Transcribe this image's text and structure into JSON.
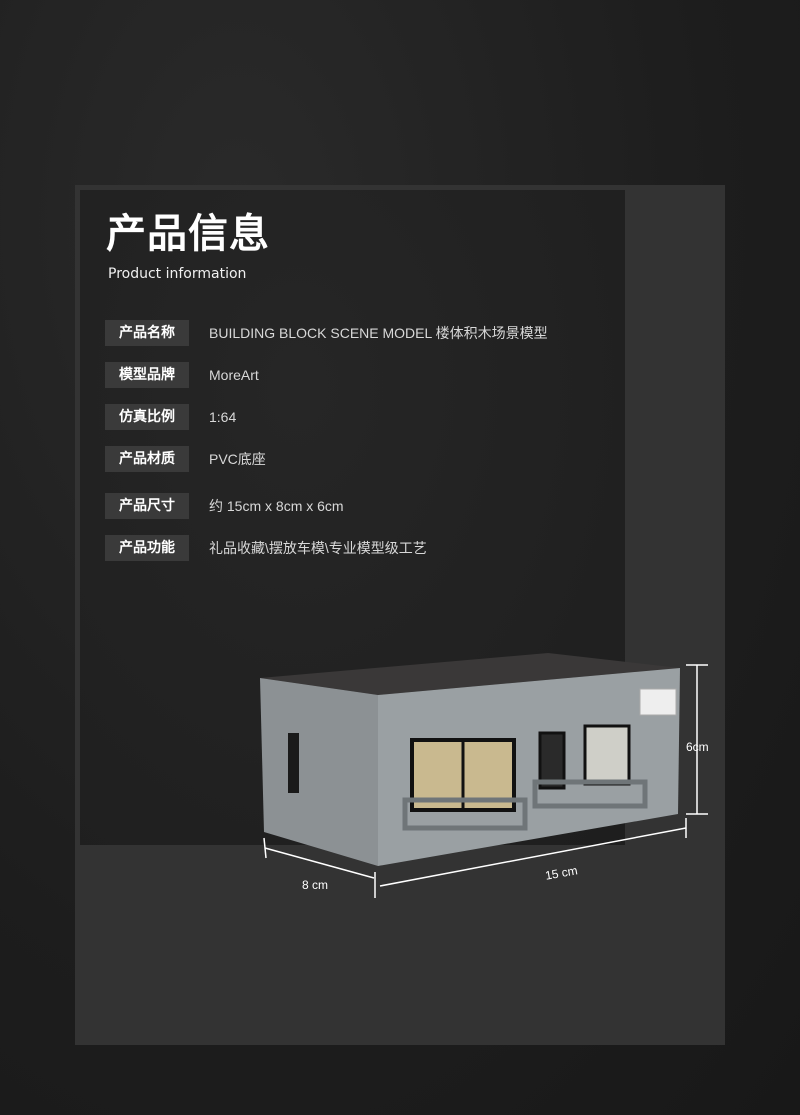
{
  "header": {
    "title": "产品信息",
    "subtitle": "Product information"
  },
  "specs": [
    {
      "label": "产品名称",
      "value": "BUILDING BLOCK SCENE MODEL  楼体积木场景模型"
    },
    {
      "label": "模型品牌",
      "value": "MoreArt"
    },
    {
      "label": "仿真比例",
      "value": "1:64"
    },
    {
      "label": "产品材质",
      "value": "PVC底座"
    },
    {
      "label": "产品尺寸",
      "value": "约 15cm x 8cm x 6cm"
    },
    {
      "label": "产品功能",
      "value": "礼品收藏\\摆放车模\\专业模型级工艺"
    }
  ],
  "dimensions": {
    "height": "6cm",
    "depth": "8 cm",
    "length": "15 cm"
  }
}
